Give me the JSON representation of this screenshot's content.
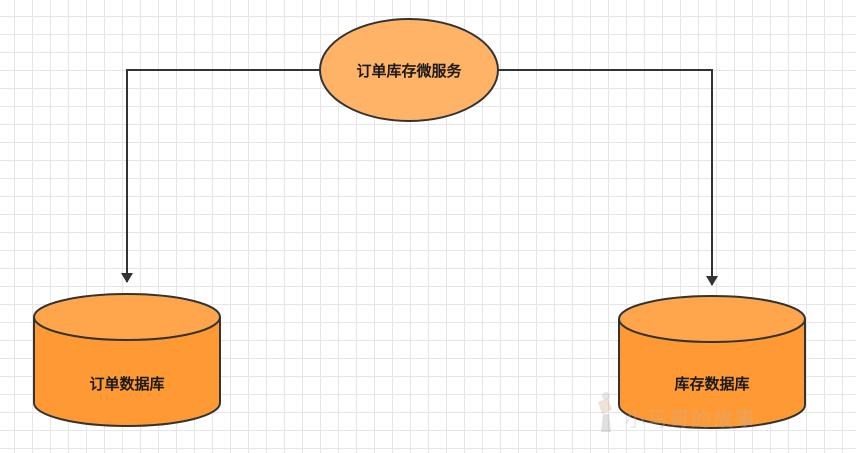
{
  "diagram": {
    "service": {
      "label": "订单库存微服务"
    },
    "databases": [
      {
        "label": "订单数据库"
      },
      {
        "label": "库存数据库"
      }
    ]
  },
  "watermark": {
    "text": "小马哥的故事"
  },
  "colors": {
    "service_fill": "#ffb366",
    "db_fill": "#ff9933",
    "db_top_fill": "#ffa64d",
    "stroke": "#333333",
    "connector": "#333333",
    "grid": "#e6e6e6"
  }
}
